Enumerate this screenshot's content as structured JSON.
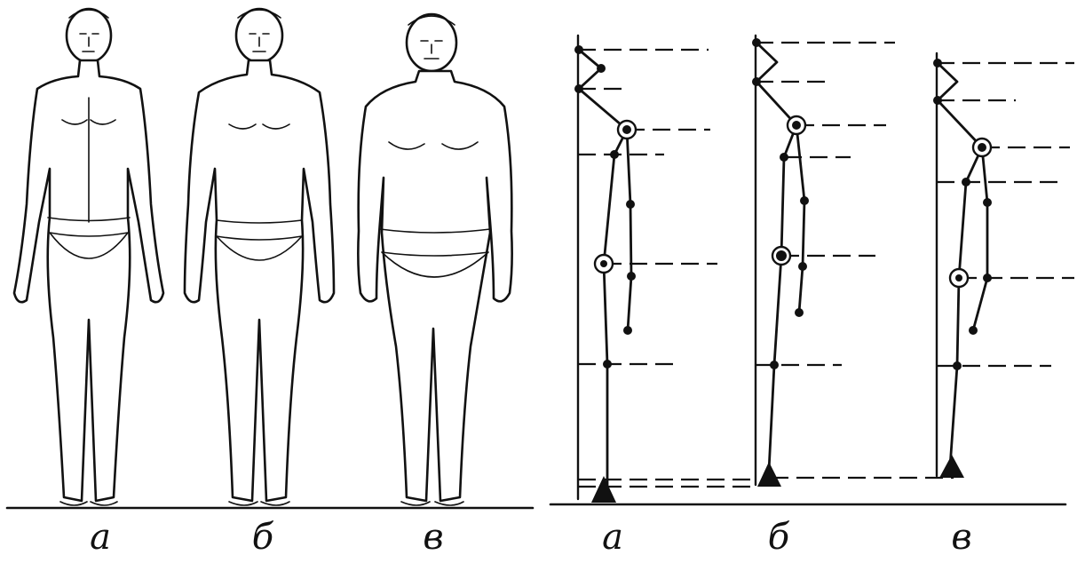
{
  "figures": {
    "labels": [
      "а",
      "б",
      "в"
    ]
  },
  "schemes": {
    "labels": [
      "а",
      "б",
      "в"
    ]
  }
}
